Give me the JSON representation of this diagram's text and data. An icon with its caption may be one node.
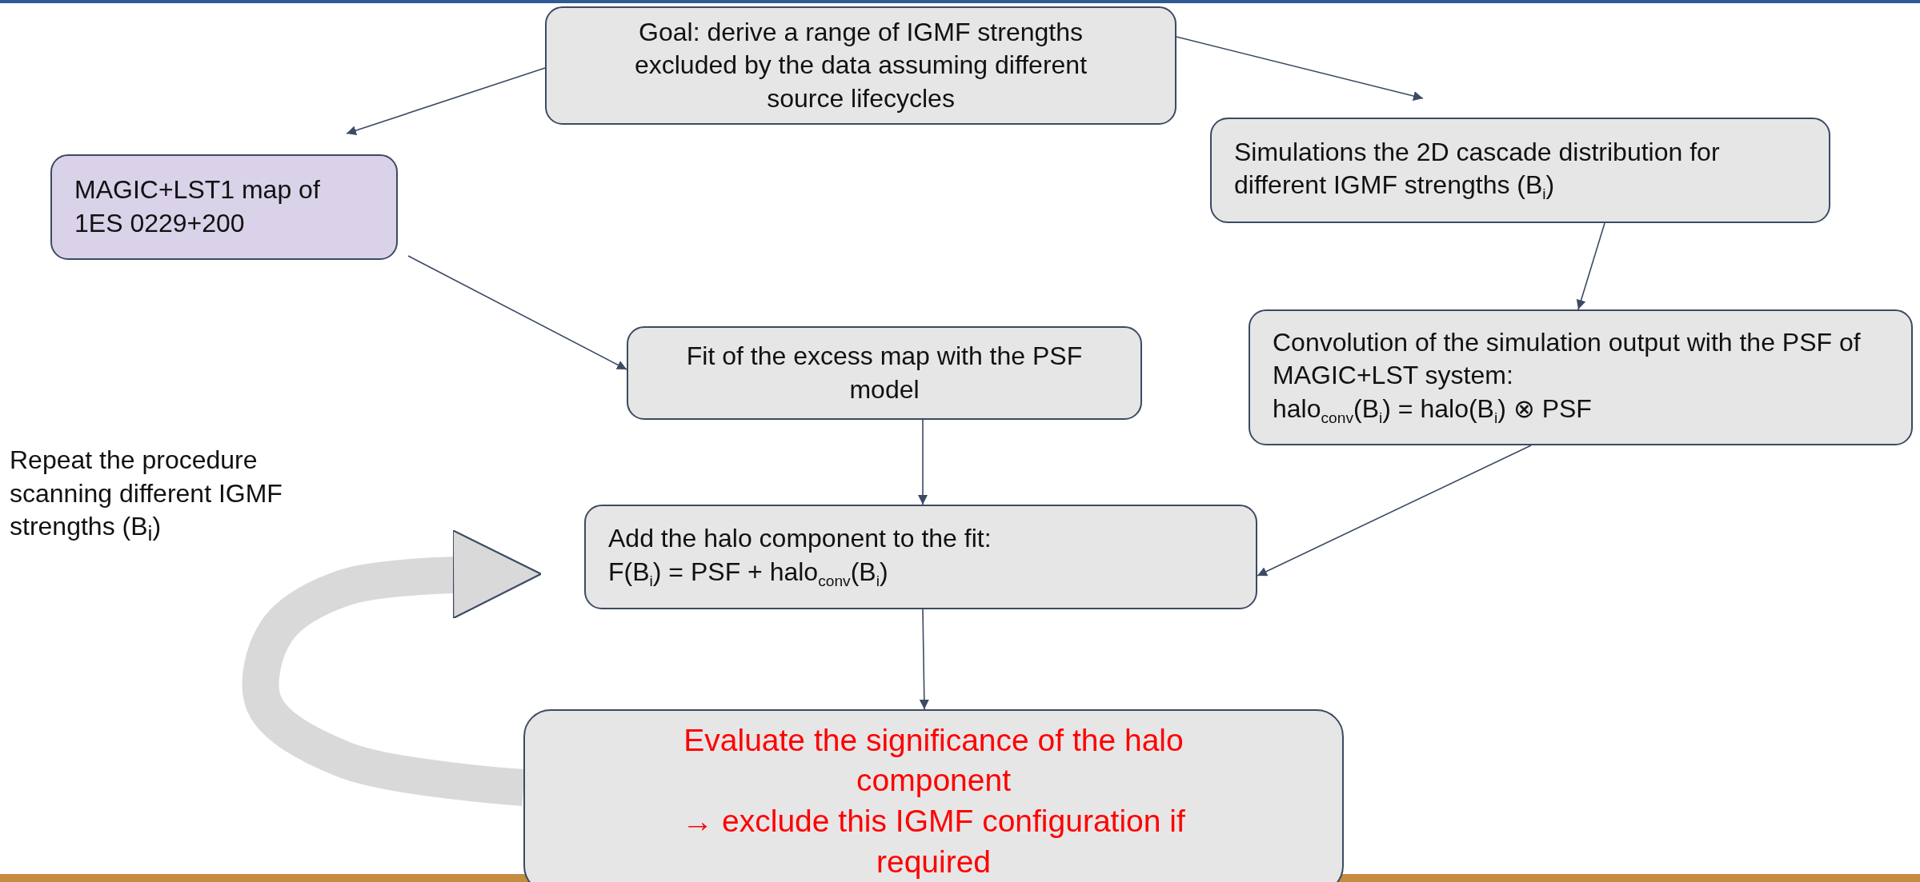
{
  "diagram": {
    "nodes": [
      {
        "text": [
          "Goal: derive a range of IGMF strengths excluded by the data assuming different source lifecycles"
        ]
      },
      {
        "text": [
          "MAGIC+LST1 map of 1ES 0229+200"
        ]
      },
      {
        "text": [
          "Simulations the 2D cascade distribution for different IGMF strengths (B$_{i}$)"
        ]
      },
      {
        "text": [
          "Fit of the excess map with the PSF model"
        ]
      },
      {
        "text": [
          "Convolution of the simulation output with the PSF of MAGIC+LST system:",
          "halo$_{conv}$(B$_{i}$) = halo(B$_{i}$) ⊗ PSF"
        ]
      },
      {
        "text": [
          "Add the halo component to the fit:",
          "F(B$_{i}$) = PSF + halo$_{conv}$(B$_{i}$)"
        ]
      },
      {
        "text": [
          "Evaluate the significance of the halo component",
          "→ exclude this IGMF configuration if required"
        ]
      }
    ],
    "edges": [
      {
        "from": 0,
        "to": 1,
        "arrow": "to"
      },
      {
        "from": 0,
        "to": 2,
        "arrow": "to"
      },
      {
        "from": 2,
        "to": 4,
        "arrow": "to"
      },
      {
        "from": 1,
        "to": 3,
        "arrow": "to"
      },
      {
        "from": 3,
        "to": 5,
        "arrow": "to"
      },
      {
        "from": 4,
        "to": 5,
        "arrow": "to"
      },
      {
        "from": 5,
        "to": 6,
        "arrow": "to"
      },
      {
        "from": 6,
        "to": 5,
        "arrow": "to",
        "style": "thick",
        "color": "#d9d9d9"
      }
    ],
    "labels": [
      "Repeat the procedure scanning different IGMF strengths (B$_{i}$)"
    ]
  }
}
